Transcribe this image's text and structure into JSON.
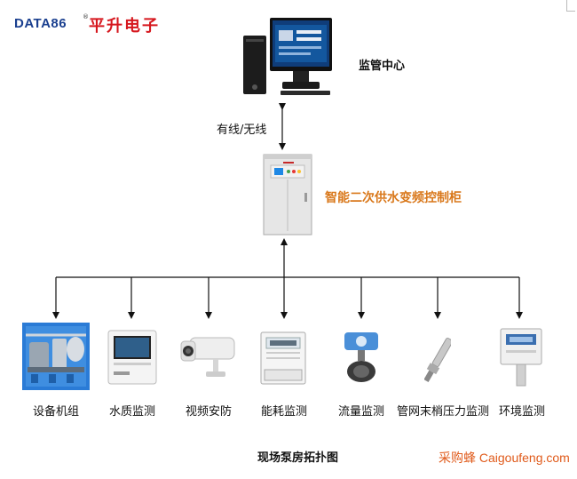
{
  "logo": {
    "brand_en": "DATA86",
    "reg": "®",
    "brand_cn": "平升电子"
  },
  "center": {
    "label": "监管中心"
  },
  "link": {
    "label": "有线/无线"
  },
  "cabinet": {
    "label": "智能二次供水变频控制柜"
  },
  "devices": [
    {
      "label": "设备机组"
    },
    {
      "label": "水质监测"
    },
    {
      "label": "视频安防"
    },
    {
      "label": "能耗监测"
    },
    {
      "label": "流量监测"
    },
    {
      "label": "管网末梢压力监测"
    },
    {
      "label": "环境监测"
    }
  ],
  "caption": "现场泵房拓扑图",
  "watermark": "采购蜂 Caigoufeng.com",
  "colors": {
    "brand_blue": "#1a3f8f",
    "brand_red": "#d6171e",
    "cabinet_label": "#d9781b",
    "watermark": "#e05a1a"
  }
}
